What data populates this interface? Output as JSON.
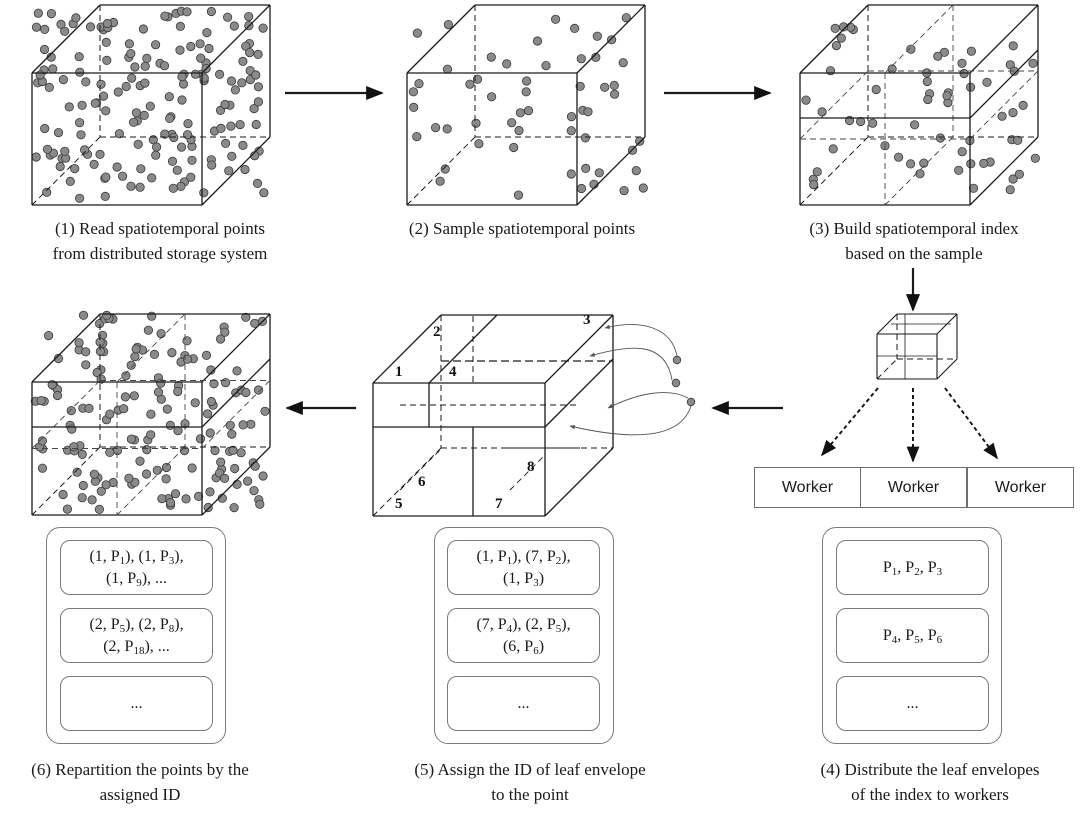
{
  "captions": {
    "c1": [
      "(1) Read spatiotemporal points",
      "from distributed storage system"
    ],
    "c2": [
      "(2) Sample spatiotemporal points"
    ],
    "c3": [
      "(3) Build spatiotemporal index",
      "based on the sample"
    ],
    "c4": [
      "(4) Distribute the leaf envelopes",
      "of the index to workers"
    ],
    "c5": [
      "(5) Assign the ID of leaf envelope",
      "to the point"
    ],
    "c6": [
      "(6) Repartition the points by the",
      "assigned ID"
    ]
  },
  "workers": [
    "Worker",
    "Worker",
    "Worker"
  ],
  "envelope_ids": [
    "1",
    "2",
    "3",
    "4",
    "5",
    "6",
    "7",
    "8"
  ],
  "panel6_records": [
    [
      "(1, P{1}), (1, P{3}),",
      "(1, P{9}), ..."
    ],
    [
      "(2, P{5}), (2, P{8}),",
      "(2, P{18}), ..."
    ],
    [
      "..."
    ]
  ],
  "panel5_records": [
    [
      "(1, P{1}), (7, P{2}),",
      "(1, P{3})"
    ],
    [
      "(7, P{4}), (2, P{5}),",
      "(6, P{6})"
    ],
    [
      "..."
    ]
  ],
  "panel4_records": [
    [
      "P{1}, P{2}, P{3}"
    ],
    [
      "P{4}, P{5}, P{6}"
    ],
    [
      "..."
    ]
  ],
  "colors": {
    "line": "#1a1a1a",
    "point": "#8a8a8a",
    "point_edge": "#3a3a3a",
    "box_border": "#7a7a7a"
  }
}
